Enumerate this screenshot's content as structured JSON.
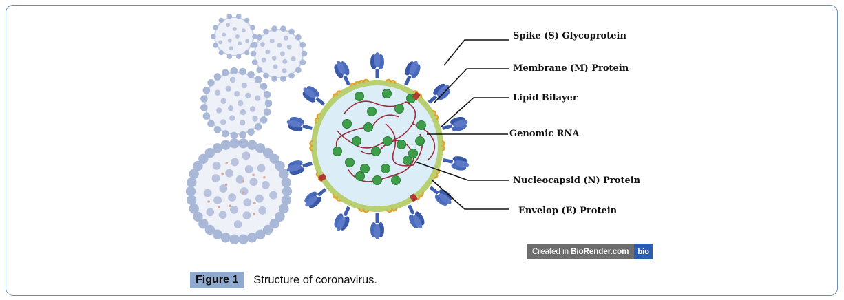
{
  "labels": [
    "Spike (S) Glycoprotein",
    "Membrane (M) Protein",
    "Lipid Bilayer",
    "Genomic RNA",
    "Nucleocapsid (N) Protein",
    "Envelop (E) Protein"
  ],
  "watermark": {
    "prefix": "Created in",
    "brand": "BioRender.com",
    "logo": "bio"
  },
  "caption": {
    "number": "Figure 1",
    "text": "Structure of coronavirus."
  },
  "colors": {
    "spike": "#3f5fae",
    "membrane_ring": "#b8cf72",
    "interior": "#dbeef8",
    "rna": "#9b2a3a",
    "nucleocapsid": "#3e9e4a",
    "membrane_protein": "#e0a431",
    "envelope_protein": "#b23a32",
    "faded_virus": "#b9c3dd",
    "caption_label_bg": "#8fa9cf"
  }
}
